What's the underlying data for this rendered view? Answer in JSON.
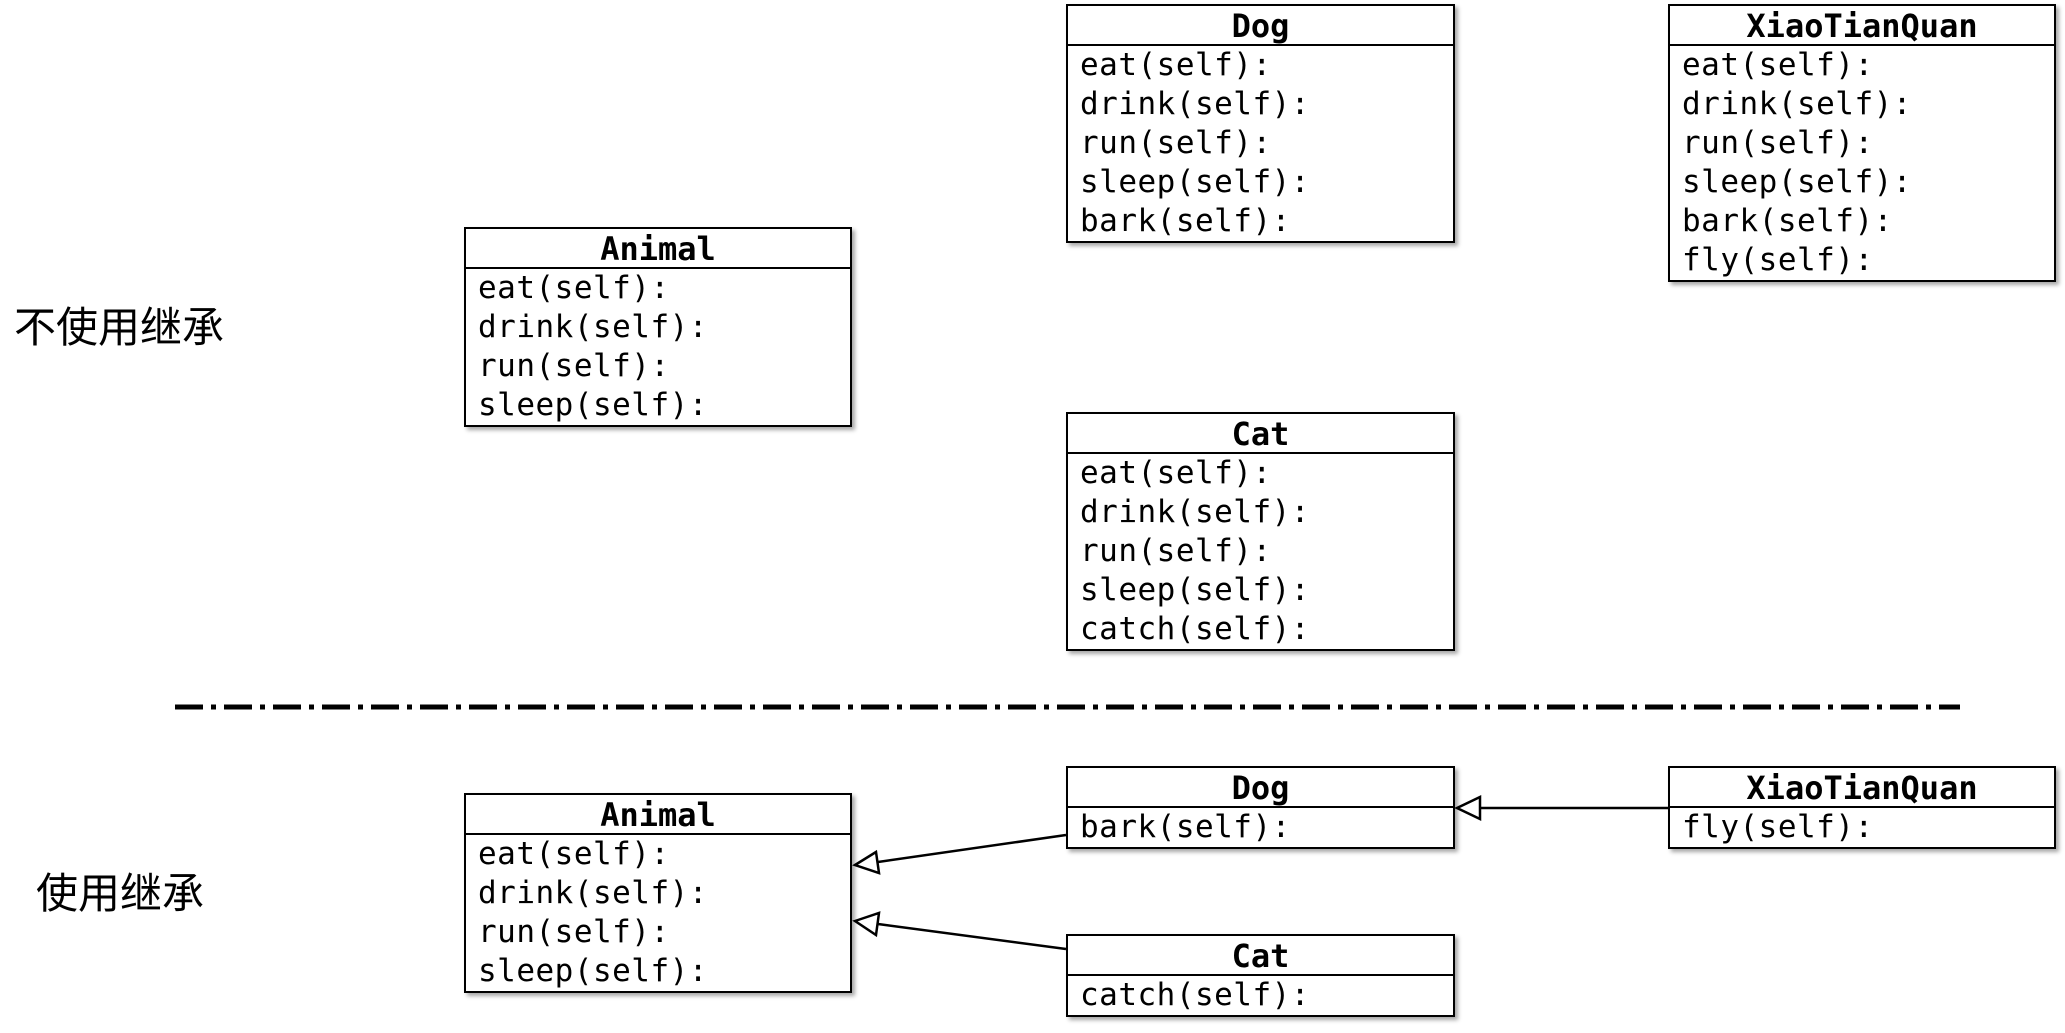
{
  "labels": {
    "without_inheritance": "不使用继承",
    "with_inheritance": "使用继承"
  },
  "top": {
    "animal": {
      "name": "Animal",
      "methods": [
        "eat(self):",
        "drink(self):",
        "run(self):",
        "sleep(self):"
      ]
    },
    "dog": {
      "name": "Dog",
      "methods": [
        "eat(self):",
        "drink(self):",
        "run(self):",
        "sleep(self):",
        "bark(self):"
      ]
    },
    "xiaotianquan": {
      "name": "XiaoTianQuan",
      "methods": [
        "eat(self):",
        "drink(self):",
        "run(self):",
        "sleep(self):",
        "bark(self):",
        "fly(self):"
      ]
    },
    "cat": {
      "name": "Cat",
      "methods": [
        "eat(self):",
        "drink(self):",
        "run(self):",
        "sleep(self):",
        "catch(self):"
      ]
    }
  },
  "bottom": {
    "animal": {
      "name": "Animal",
      "methods": [
        "eat(self):",
        "drink(self):",
        "run(self):",
        "sleep(self):"
      ]
    },
    "dog": {
      "name": "Dog",
      "methods": [
        "bark(self):"
      ]
    },
    "xiaotianquan": {
      "name": "XiaoTianQuan",
      "methods": [
        "fly(self):"
      ]
    },
    "cat": {
      "name": "Cat",
      "methods": [
        "catch(self):"
      ]
    }
  },
  "colors": {
    "line": "#000000",
    "background": "#ffffff"
  }
}
